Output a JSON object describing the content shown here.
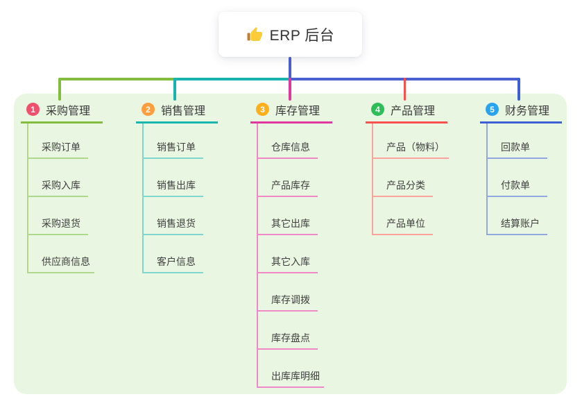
{
  "root": {
    "label": "ERP 后台",
    "icon": "thumbs-up-icon",
    "icon_colors": {
      "hand": "#FBCB38",
      "cuff": "#C77F2F"
    },
    "connector_color": "#4A61D2"
  },
  "panel": {
    "background": "#E9F6E1"
  },
  "branches": [
    {
      "num": "1",
      "label": "采购管理",
      "badge_color": "#F0506E",
      "line_color": "#83BC3F",
      "child_line_color": "#AFD88C",
      "children": [
        "采购订单",
        "采购入库",
        "采购退货",
        "供应商信息"
      ]
    },
    {
      "num": "2",
      "label": "销售管理",
      "badge_color": "#FF9E3D",
      "line_color": "#17B5AD",
      "child_line_color": "#7ED6CD",
      "children": [
        "销售订单",
        "销售出库",
        "销售退货",
        "客户信息"
      ]
    },
    {
      "num": "3",
      "label": "库存管理",
      "badge_color": "#FFAF1B",
      "line_color": "#E0379E",
      "child_line_color": "#F287C7",
      "children": [
        "仓库信息",
        "产品库存",
        "其它出库",
        "其它入库",
        "库存调拨",
        "库存盘点",
        "出库库明细"
      ]
    },
    {
      "num": "4",
      "label": "产品管理",
      "badge_color": "#2EBD59",
      "line_color": "#F8504C",
      "child_line_color": "#F9A39C",
      "children": [
        "产品（物料）",
        "产品分类",
        "产品单位"
      ]
    },
    {
      "num": "5",
      "label": "财务管理",
      "badge_color": "#29A3F0",
      "line_color": "#3D5FD3",
      "child_line_color": "#93A7E0",
      "children": [
        "回款单",
        "付款单",
        "结算账户"
      ]
    }
  ]
}
